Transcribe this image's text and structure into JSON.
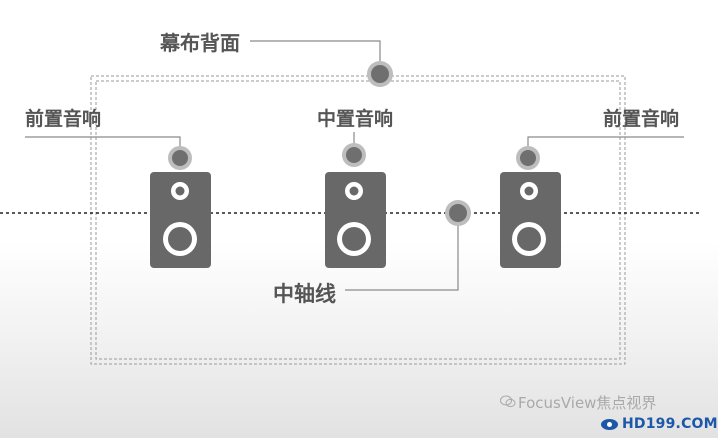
{
  "labels": {
    "screen_back": "幕布背面",
    "front_left": "前置音响",
    "center": "中置音响",
    "front_right": "前置音响",
    "center_axis": "中轴线"
  },
  "watermark": {
    "text": "FocusView焦点视界",
    "logo_text": "HD199.COM"
  },
  "colors": {
    "speaker_body": "#686868",
    "marker": "#6f6f6f",
    "marker_ring": "#bdbdbd",
    "connector_line": "#8a8a8a",
    "axis_line": "#222222",
    "label_text": "#555555",
    "logo_blue": "#1d57a8"
  },
  "icons": {
    "watermark_icon": "wechat-icon",
    "logo_icon": "eye-logo-icon"
  }
}
